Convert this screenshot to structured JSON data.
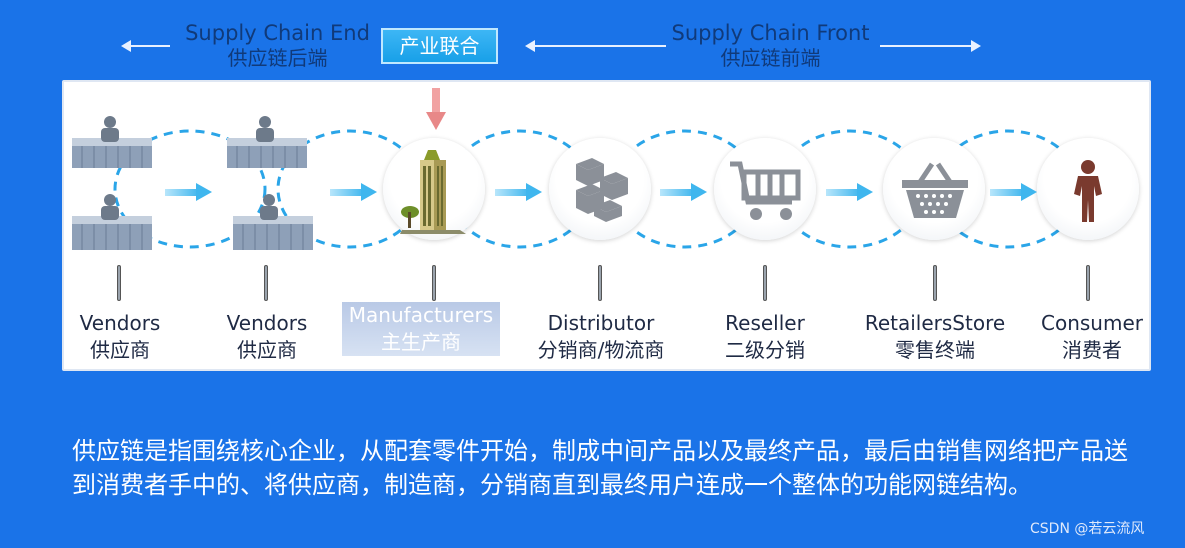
{
  "header": {
    "left_en": "Supply Chain End",
    "left_zh": "供应链后端",
    "badge": "产业联合",
    "right_en": "Supply Chain Front",
    "right_zh": "供应链前端"
  },
  "nodes": [
    {
      "en": "Vendors",
      "zh": "供应商",
      "icon": "server-person-icon"
    },
    {
      "en": "Vendors",
      "zh": "供应商",
      "icon": "server-person-icon"
    },
    {
      "en": "Manufacturers",
      "zh": "主生产商",
      "icon": "building-icon"
    },
    {
      "en": "Distributor",
      "zh": "分销商/物流商",
      "icon": "boxes-icon"
    },
    {
      "en": "Reseller",
      "zh": "二级分销",
      "icon": "shopping-cart-icon"
    },
    {
      "en": "RetailersStore",
      "zh": "零售终端",
      "icon": "basket-icon"
    },
    {
      "en": "Consumer",
      "zh": "消费者",
      "icon": "person-icon"
    }
  ],
  "caption": "供应链是指围绕核心企业，从配套零件开始，制成中间产品以及最终产品，最后由销售网络把产品送到消费者手中的、将供应商，制造商，分销商直到最终用户连成一个整体的功能网链结构。",
  "watermark": "CSDN @若云流风",
  "colors": {
    "background": "#1a73e8",
    "flow_arrow": "#3fb6ee",
    "dashed_ring": "#2aa5e8"
  }
}
